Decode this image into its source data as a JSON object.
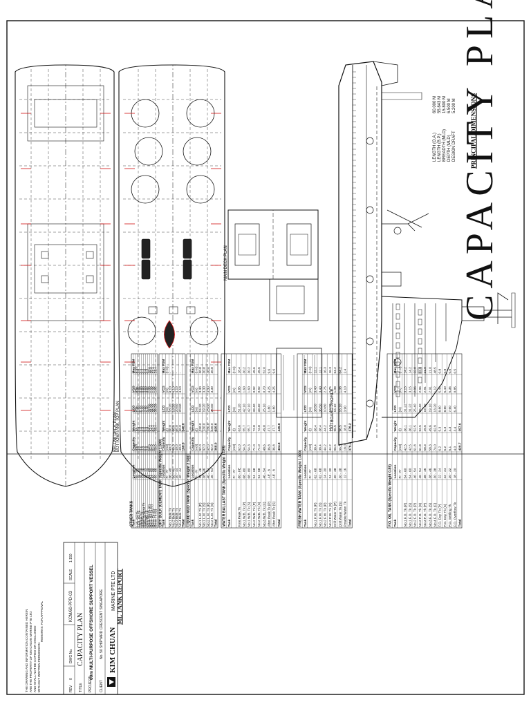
{
  "title": "CAPACITY PLAN",
  "principal_dimensions": {
    "heading": "PRINCIPAL DIMENSIONS",
    "rows": [
      {
        "label": "LENGTH (O.A.)",
        "value": "60.000 M"
      },
      {
        "label": "LENGTH (B.P.)",
        "value": "55.843 M"
      },
      {
        "label": "BREADTH (MLD)",
        "value": "15.800 M"
      },
      {
        "label": "DEPTH (MLD)",
        "value": "6.500 M"
      },
      {
        "label": "DESIGN DRAFT",
        "value": "5.200 M"
      }
    ]
  },
  "views": {
    "profile": "OUTBOARD PROFILE",
    "main_deck": "MAIN DECK PLAN",
    "below_deck": "BELOW DECK PLAN",
    "bottom_tank": "BOTTOM/TANK TOP PLAN"
  },
  "tables_heading": "ML TANK REPORT",
  "tables": [
    {
      "title": "F.O. OIL TANK (Specific Weight 0.85)",
      "header": [
        "Tank",
        "Location",
        "Capacity",
        "Weight",
        "LCG",
        "VCG",
        "Max FSM"
      ],
      "units": [
        "",
        "Fr - Fr",
        "(m3)",
        "(t)",
        "(m)",
        "(m)",
        "(t-m)"
      ],
      "rows": [
        [
          "No.1 F.O. Tk (P)",
          "54 - 60",
          "42.5",
          "36.1",
          "31.22",
          "3.15",
          "14.2"
        ],
        [
          "No.1 F.O. Tk (S)",
          "54 - 60",
          "42.5",
          "36.1",
          "31.22",
          "3.15",
          "14.2"
        ],
        [
          "No.2 F.O. Tk (P)",
          "46 - 54",
          "61.8",
          "52.5",
          "25.40",
          "2.96",
          "22.8"
        ],
        [
          "No.2 F.O. Tk (S)",
          "46 - 54",
          "61.8",
          "52.5",
          "25.40",
          "2.96",
          "22.8"
        ],
        [
          "No.3 F.O. Tk (P)",
          "38 - 46",
          "58.3",
          "49.6",
          "19.10",
          "2.91",
          "21.0"
        ],
        [
          "No.3 F.O. Tk (S)",
          "38 - 46",
          "58.3",
          "49.6",
          "19.10",
          "2.91",
          "21.0"
        ],
        [
          "No.4 F.O. Tk (C)",
          "30 - 38",
          "74.0",
          "62.9",
          "13.20",
          "1.12",
          "48.5"
        ],
        [
          "F.O. Day Tk (P)",
          "22 - 24",
          "6.2",
          "5.3",
          "8.80",
          "5.40",
          "0.8"
        ],
        [
          "F.O. Day Tk (S)",
          "22 - 24",
          "6.2",
          "5.3",
          "8.80",
          "5.40",
          "0.8"
        ],
        [
          "F.O. Settling Tk",
          "20 - 22",
          "5.1",
          "4.3",
          "7.60",
          "5.35",
          "0.6"
        ],
        [
          "F.O. Overflow Tk",
          "18 - 20",
          "4.0",
          "3.4",
          "6.40",
          "0.85",
          "0.5"
        ],
        [
          "Total",
          "",
          "420.7",
          "357.6",
          "",
          "",
          ""
        ]
      ]
    },
    {
      "title": "FRESH WATER TANK (Specific Weight 1.000)",
      "header": [
        "Tank",
        "Location",
        "Capacity",
        "Weight",
        "LCG",
        "VCG",
        "Max FSM"
      ],
      "units": [
        "",
        "Fr - Fr",
        "(m3)",
        "(t)",
        "(m)",
        "(m)",
        "(t-m)"
      ],
      "rows": [
        [
          "No.1 F.W. Tk (P)",
          "62 - 68",
          "38.4",
          "38.4",
          "36.50",
          "3.40",
          "12.1"
        ],
        [
          "No.1 F.W. Tk (S)",
          "62 - 68",
          "38.4",
          "38.4",
          "36.50",
          "3.40",
          "12.1"
        ],
        [
          "No.2 F.W. Tk (P)",
          "24 - 30",
          "44.2",
          "44.2",
          "10.80",
          "2.75",
          "16.3"
        ],
        [
          "No.2 F.W. Tk (S)",
          "24 - 30",
          "44.2",
          "44.2",
          "10.80",
          "2.75",
          "16.3"
        ],
        [
          "Drill Water Tk (P)",
          "30 - 38",
          "96.5",
          "96.5",
          "16.10",
          "1.08",
          "64.2"
        ],
        [
          "Drill Water Tk (S)",
          "30 - 38",
          "96.5",
          "96.5",
          "16.10",
          "1.08",
          "64.2"
        ],
        [
          "Potable Water Tk",
          "12 - 16",
          "18.0",
          "18.0",
          "3.90",
          "4.10",
          "2.4"
        ],
        [
          "Total",
          "",
          "376.2",
          "376.2",
          "",
          "",
          ""
        ]
      ]
    },
    {
      "title": "WATER BALLAST TANK (Specific Weight 1.025)",
      "header": [
        "Tank",
        "Location",
        "Capacity",
        "Weight",
        "LCG",
        "VCG",
        "Max FSM"
      ],
      "units": [
        "",
        "Fr - Fr",
        "(m3)",
        "(t)",
        "(m)",
        "(m)",
        "(t-m)"
      ],
      "rows": [
        [
          "Fore Peak Tk",
          "80 - FE",
          "62.0",
          "63.6",
          "51.20",
          "3.85",
          "18.4"
        ],
        [
          "No.1 W.B. Tk (P)",
          "68 - 80",
          "54.3",
          "55.7",
          "42.10",
          "1.60",
          "30.2"
        ],
        [
          "No.1 W.B. Tk (S)",
          "68 - 80",
          "54.3",
          "55.7",
          "42.10",
          "1.60",
          "30.2"
        ],
        [
          "No.2 W.B. Tk (P)",
          "54 - 68",
          "71.0",
          "72.8",
          "33.40",
          "0.92",
          "45.6"
        ],
        [
          "No.2 W.B. Tk (S)",
          "54 - 68",
          "71.0",
          "72.8",
          "33.40",
          "0.92",
          "45.6"
        ],
        [
          "No.3 W.B. Tk (C)",
          "46 - 54",
          "48.6",
          "49.8",
          "25.10",
          "0.70",
          "52.0"
        ],
        [
          "After Peak Tk (P)",
          "AE - 8",
          "36.8",
          "37.7",
          "1.80",
          "4.25",
          "9.6"
        ],
        [
          "After Peak Tk (S)",
          "AE - 8",
          "36.8",
          "37.7",
          "1.80",
          "4.25",
          "9.6"
        ],
        [
          "Total",
          "",
          "434.8",
          "445.8",
          "",
          "",
          ""
        ]
      ]
    },
    {
      "title": "LIQUID MUD TANK (Specific Weight 2.500)",
      "header": [
        "Tank",
        "Location",
        "Capacity",
        "Weight",
        "LCG",
        "VCG",
        "Max FSM"
      ],
      "units": [
        "",
        "Fr - Fr",
        "(m3)",
        "(t)",
        "(m)",
        "(m)",
        "(t-m)"
      ],
      "rows": [
        [
          "No.1 L.M. Tk (P)",
          "38 - 46",
          "92.0",
          "230.0",
          "19.20",
          "3.30",
          "30.8"
        ],
        [
          "No.1 L.M. Tk (S)",
          "38 - 46",
          "92.0",
          "230.0",
          "19.20",
          "3.30",
          "30.8"
        ],
        [
          "No.2 L.M. Tk (P)",
          "46 - 54",
          "92.0",
          "230.0",
          "25.60",
          "3.30",
          "30.8"
        ],
        [
          "No.2 L.M. Tk (S)",
          "46 - 54",
          "92.0",
          "230.0",
          "25.60",
          "3.30",
          "30.8"
        ],
        [
          "Total",
          "",
          "368.0",
          "920.0",
          "",
          "",
          ""
        ]
      ]
    },
    {
      "title": "DRY BULK (CEMENT) TANK (Specific Weight 1.500)",
      "header": [
        "Tank",
        "Location",
        "Capacity",
        "Weight",
        "LCG",
        "VCG",
        "Max FSM"
      ],
      "units": [
        "",
        "Fr - Fr",
        "(m3)",
        "(t)",
        "(m)",
        "(m)",
        "(t-m)"
      ],
      "rows": [
        [
          "No.1 Bulk Tk",
          "36 - 40",
          "40.0",
          "60.0",
          "18.20",
          "4.10",
          "-"
        ],
        [
          "No.2 Bulk Tk",
          "36 - 40",
          "40.0",
          "60.0",
          "18.20",
          "4.10",
          "-"
        ],
        [
          "No.3 Bulk Tk",
          "40 - 44",
          "40.0",
          "60.0",
          "20.60",
          "4.10",
          "-"
        ],
        [
          "No.4 Bulk Tk",
          "40 - 44",
          "40.0",
          "60.0",
          "20.60",
          "4.10",
          "-"
        ],
        [
          "Total",
          "",
          "160.0",
          "240.0",
          "",
          "",
          ""
        ]
      ]
    },
    {
      "title": "OTHER TANKS",
      "header": [
        "Tank",
        "Location",
        "Capacity",
        "Weight",
        "LCG",
        "VCG",
        "Max FSM"
      ],
      "units": [
        "",
        "Fr - Fr",
        "(m3)",
        "(t)",
        "(m)",
        "(m)",
        "(t-m)"
      ],
      "rows": [
        [
          "Lub. Oil Tk",
          "20 - 22",
          "4.5",
          "4.1",
          "7.40",
          "0.95",
          "0.3"
        ],
        [
          "Hyd. Oil Tk",
          "18 - 20",
          "3.2",
          "2.8",
          "6.20",
          "0.95",
          "0.2"
        ],
        [
          "Sludge Tk",
          "16 - 18",
          "3.6",
          "3.6",
          "5.10",
          "0.80",
          "0.3"
        ],
        [
          "Bilge Holding Tk",
          "14 - 16",
          "4.0",
          "4.0",
          "4.00",
          "0.80",
          "0.4"
        ],
        [
          "Sewage Tk",
          "10 - 12",
          "5.5",
          "5.5",
          "2.90",
          "4.60",
          "0.6"
        ],
        [
          "Dirty Oil Tk",
          "12 - 14",
          "2.8",
          "2.8",
          "3.40",
          "0.82",
          "0.2"
        ],
        [
          "Base Oil Tk (P)",
          "54 - 60",
          "64.0",
          "54.4",
          "31.00",
          "1.00",
          "25.0"
        ],
        [
          "Base Oil Tk (S)",
          "54 - 60",
          "64.0",
          "54.4",
          "31.00",
          "1.00",
          "25.0"
        ],
        [
          "Brine Tk (P)",
          "60 - 66",
          "52.0",
          "63.4",
          "35.20",
          "1.05",
          "21.4"
        ],
        [
          "Brine Tk (S)",
          "60 - 66",
          "52.0",
          "63.4",
          "35.20",
          "1.05",
          "21.4"
        ]
      ]
    }
  ],
  "title_block": {
    "company": "KIM CHUAN",
    "company_sub": "MARINE PTE LTD",
    "address": "No. 50 SHIPYARD CRESCENT SINGAPORE",
    "vessel": "60m MULTI-PURPOSE OFFSHORE SUPPORT VESSEL",
    "drawing_title": "CAPACITY PLAN",
    "drawing_no": "KCM/60-PPD-03",
    "scale": "1:150",
    "rev": "0",
    "labels": {
      "company": "CLIENT",
      "vessel": "PROJECT",
      "title": "TITLE",
      "drawing_no": "DWG No.",
      "scale": "SCALE",
      "rev": "REV"
    },
    "notes": [
      "THE DRAWING AND INFORMATION CONTAINED HEREIN",
      "ARE THE PROPERTY OF KIM CHUAN MARINE PTE LTD",
      "AND SHALL NOT BE COPIED OR DISCLOSED",
      "WITHOUT WRITTEN PERMISSION"
    ],
    "remark": "REMARKS: FOR APPROVAL"
  }
}
